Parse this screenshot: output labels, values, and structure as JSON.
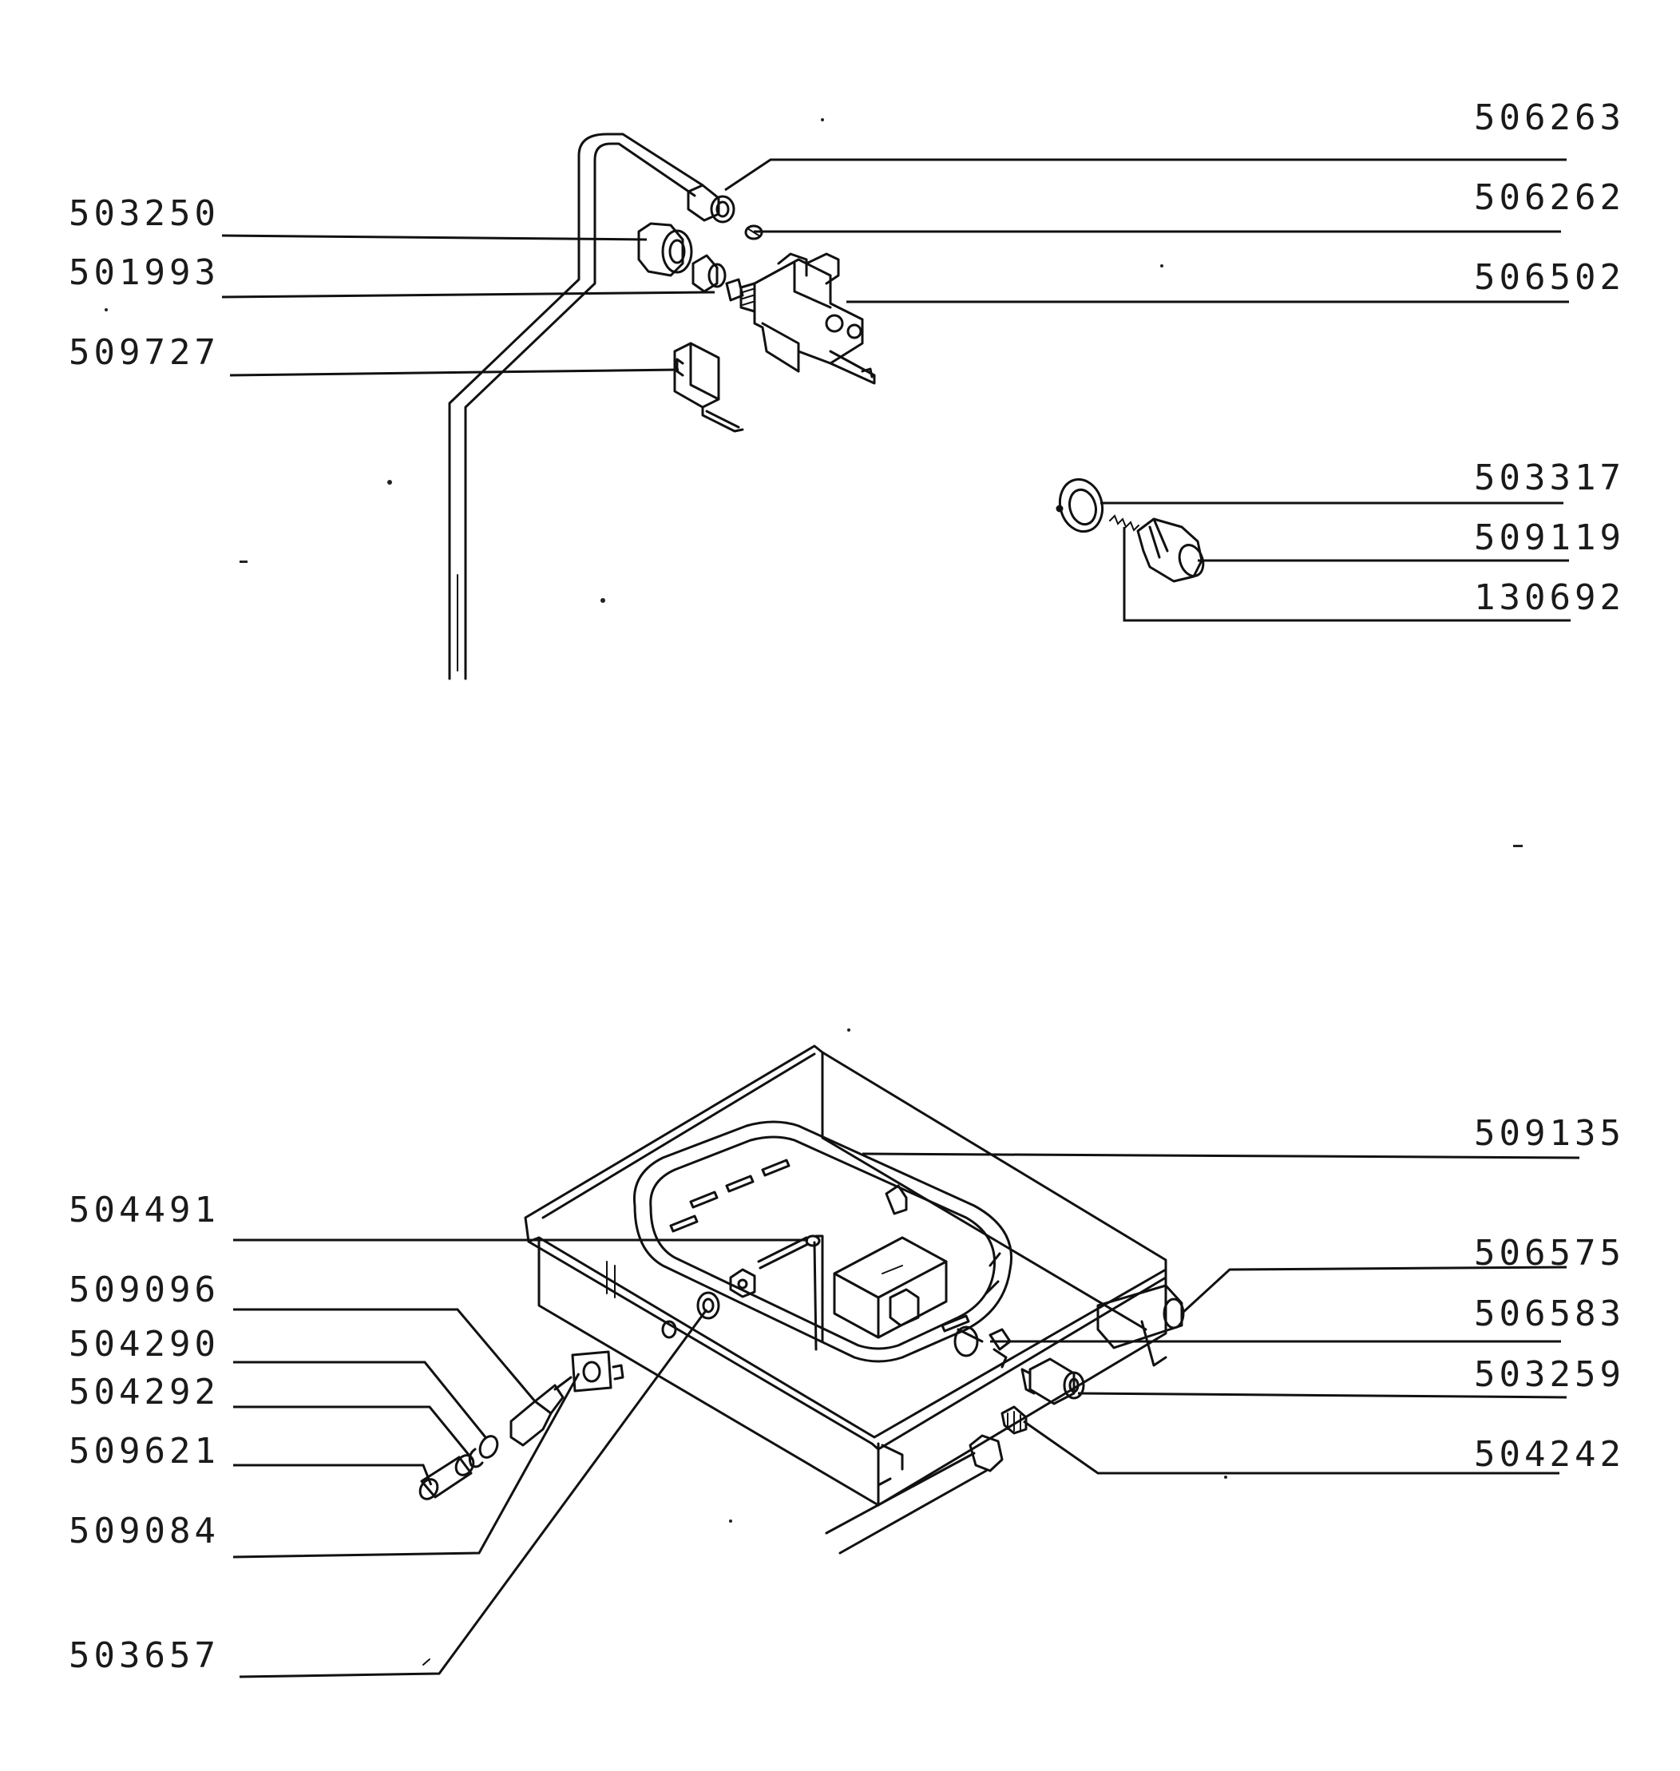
{
  "labels": {
    "p506263": "506263",
    "p506262": "506262",
    "p506502": "506502",
    "p503250": "503250",
    "p501993": "501993",
    "p509727": "509727",
    "p503317": "503317",
    "p509119": "509119",
    "p130692": "130692",
    "p509135": "509135",
    "p504491": "504491",
    "p506575": "506575",
    "p509096": "509096",
    "p506583": "506583",
    "p504290": "504290",
    "p503259": "503259",
    "p504292": "504292",
    "p504242": "504242",
    "p509621": "509621",
    "p509084": "509084",
    "p503657": "503657"
  }
}
